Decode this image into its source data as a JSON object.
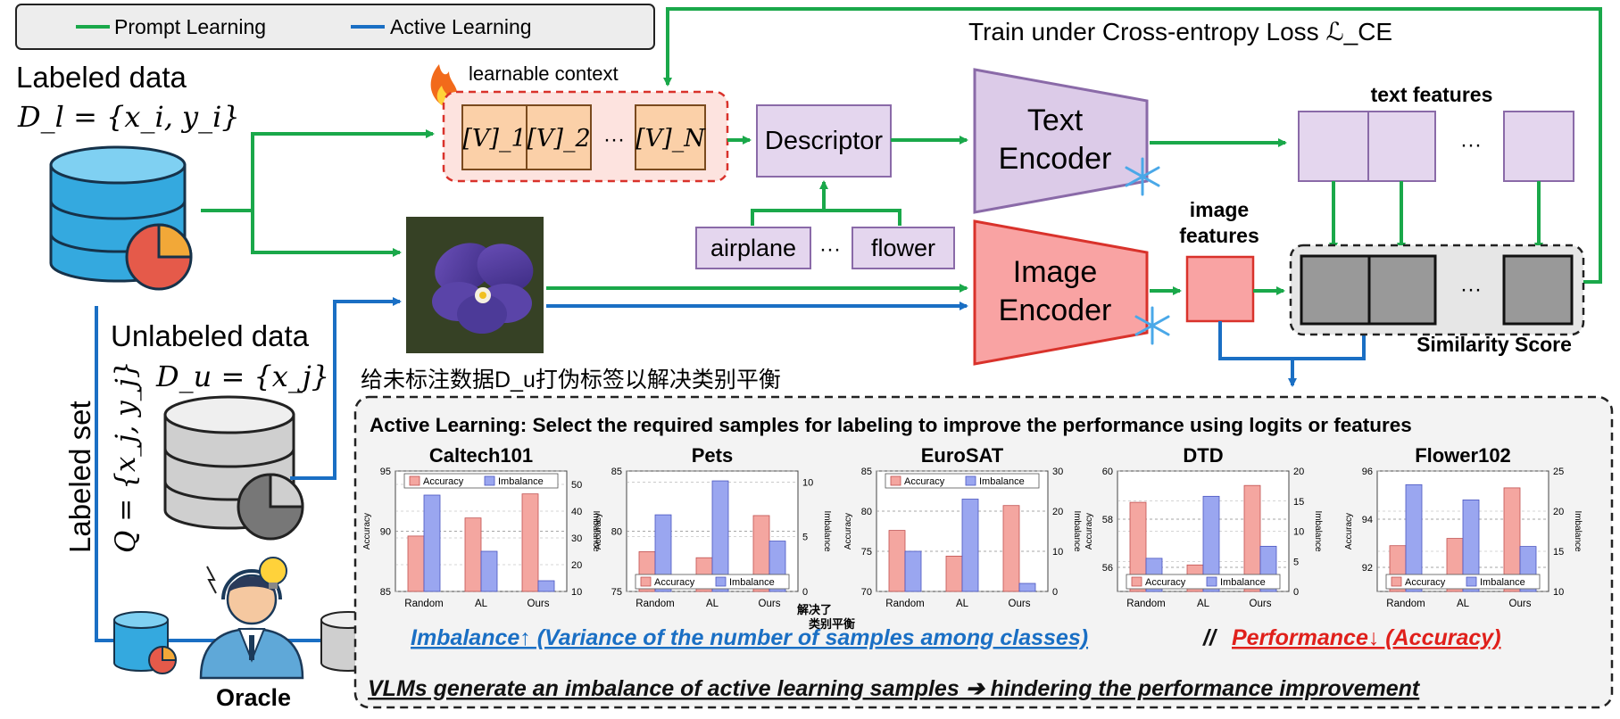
{
  "legend": {
    "prompt_learning": "Prompt Learning",
    "active_learning": "Active Learning",
    "prompt_color": "#1aa84a",
    "active_color": "#1a6fc4"
  },
  "labeled": {
    "title": "Labeled data",
    "formula": "D_l = {x_i, y_i}"
  },
  "unlabeled": {
    "title": "Unlabeled data",
    "formula": "D_u = {x_j}"
  },
  "labeled_set": {
    "title": "Labeled set",
    "formula": "Q = {x_j, y_j}"
  },
  "oracle": "Oracle",
  "loss_label": "Train under Cross-entropy Loss ℒ_CE",
  "learnable_context": {
    "label": "learnable context",
    "tokens": [
      "[V]_1",
      "[V]_2",
      "···",
      "[V]_N"
    ]
  },
  "descriptor": "Descriptor",
  "classes": [
    "airplane",
    "···",
    "flower"
  ],
  "text_encoder": [
    "Text",
    "Encoder"
  ],
  "image_encoder": [
    "Image",
    "Encoder"
  ],
  "text_features": "text features",
  "image_features": [
    "image",
    "features"
  ],
  "similarity_score": "Similarity Score",
  "ellipsis": "···",
  "chinese_note": "给未标注数据D_u打伪标签以解决类别平衡",
  "al_title": "Active Learning: Select the required samples for labeling to improve the performance using logits or features",
  "solve_note": [
    "解决了",
    "类别平衡"
  ],
  "bottom_line1_a": "Imbalance↑ (Variance of the number of samples among classes)",
  "bottom_line1_sep": " // ",
  "bottom_line1_b": "Performance↓ (Accuracy)",
  "bottom_line2": "VLMs generate an imbalance of active learning samples ➔ hindering the performance improvement",
  "chart_data": [
    {
      "type": "bar",
      "title": "Caltech101",
      "categories": [
        "Random",
        "AL",
        "Ours"
      ],
      "ylabel": "Accuracy",
      "y2label": "Imbalance",
      "ylim": [
        85,
        95
      ],
      "yticks": [
        85,
        90,
        95
      ],
      "y2lim": [
        10,
        55
      ],
      "y2ticks": [
        10,
        20,
        30,
        40,
        50
      ],
      "legend_position": "top",
      "series": [
        {
          "name": "Accuracy",
          "axis": "left",
          "color": "#f4a6a0",
          "values": [
            89.6,
            91.1,
            93.1
          ]
        },
        {
          "name": "Imbalance",
          "axis": "right",
          "color": "#9aa6f0",
          "values": [
            46,
            25,
            14
          ]
        }
      ]
    },
    {
      "type": "bar",
      "title": "Pets",
      "categories": [
        "Random",
        "AL",
        "Ours"
      ],
      "ylabel": "Accuracy",
      "y2label": "Imbalance",
      "ylim": [
        75,
        85
      ],
      "yticks": [
        75,
        80,
        85
      ],
      "y2lim": [
        0,
        11
      ],
      "y2ticks": [
        0,
        5,
        10
      ],
      "legend_position": "bottom",
      "series": [
        {
          "name": "Accuracy",
          "axis": "left",
          "color": "#f4a6a0",
          "values": [
            78.3,
            77.8,
            81.3
          ]
        },
        {
          "name": "Imbalance",
          "axis": "right",
          "color": "#9aa6f0",
          "values": [
            7.0,
            10.1,
            4.6
          ]
        }
      ]
    },
    {
      "type": "bar",
      "title": "EuroSAT",
      "categories": [
        "Random",
        "AL",
        "Ours"
      ],
      "ylabel": "Accuracy",
      "y2label": "Imbalance",
      "ylim": [
        70,
        85
      ],
      "yticks": [
        70,
        75,
        80,
        85
      ],
      "y2lim": [
        0,
        30
      ],
      "y2ticks": [
        0,
        10,
        20,
        30
      ],
      "legend_position": "top",
      "series": [
        {
          "name": "Accuracy",
          "axis": "left",
          "color": "#f4a6a0",
          "values": [
            77.6,
            74.4,
            80.7
          ]
        },
        {
          "name": "Imbalance",
          "axis": "right",
          "color": "#9aa6f0",
          "values": [
            10,
            23,
            2
          ]
        }
      ]
    },
    {
      "type": "bar",
      "title": "DTD",
      "categories": [
        "Random",
        "AL",
        "Ours"
      ],
      "ylabel": "Accuracy",
      "y2label": "Imbalance",
      "ylim": [
        55,
        60
      ],
      "yticks": [
        56,
        58,
        60
      ],
      "y2lim": [
        0,
        20
      ],
      "y2ticks": [
        0,
        5,
        10,
        15,
        20
      ],
      "legend_position": "bottom",
      "series": [
        {
          "name": "Accuracy",
          "axis": "left",
          "color": "#f4a6a0",
          "values": [
            58.7,
            56.1,
            59.4
          ]
        },
        {
          "name": "Imbalance",
          "axis": "right",
          "color": "#9aa6f0",
          "values": [
            5.5,
            15.8,
            7.5
          ]
        }
      ]
    },
    {
      "type": "bar",
      "title": "Flower102",
      "categories": [
        "Random",
        "AL",
        "Ours"
      ],
      "ylabel": "Accuracy",
      "y2label": "Imbalance",
      "ylim": [
        91,
        96
      ],
      "yticks": [
        92,
        94,
        96
      ],
      "y2lim": [
        10,
        25
      ],
      "y2ticks": [
        10,
        15,
        20,
        25
      ],
      "legend_position": "bottom",
      "series": [
        {
          "name": "Accuracy",
          "axis": "left",
          "color": "#f4a6a0",
          "values": [
            92.9,
            93.2,
            95.3
          ]
        },
        {
          "name": "Imbalance",
          "axis": "right",
          "color": "#9aa6f0",
          "values": [
            23.3,
            21.4,
            15.6
          ]
        }
      ]
    }
  ]
}
